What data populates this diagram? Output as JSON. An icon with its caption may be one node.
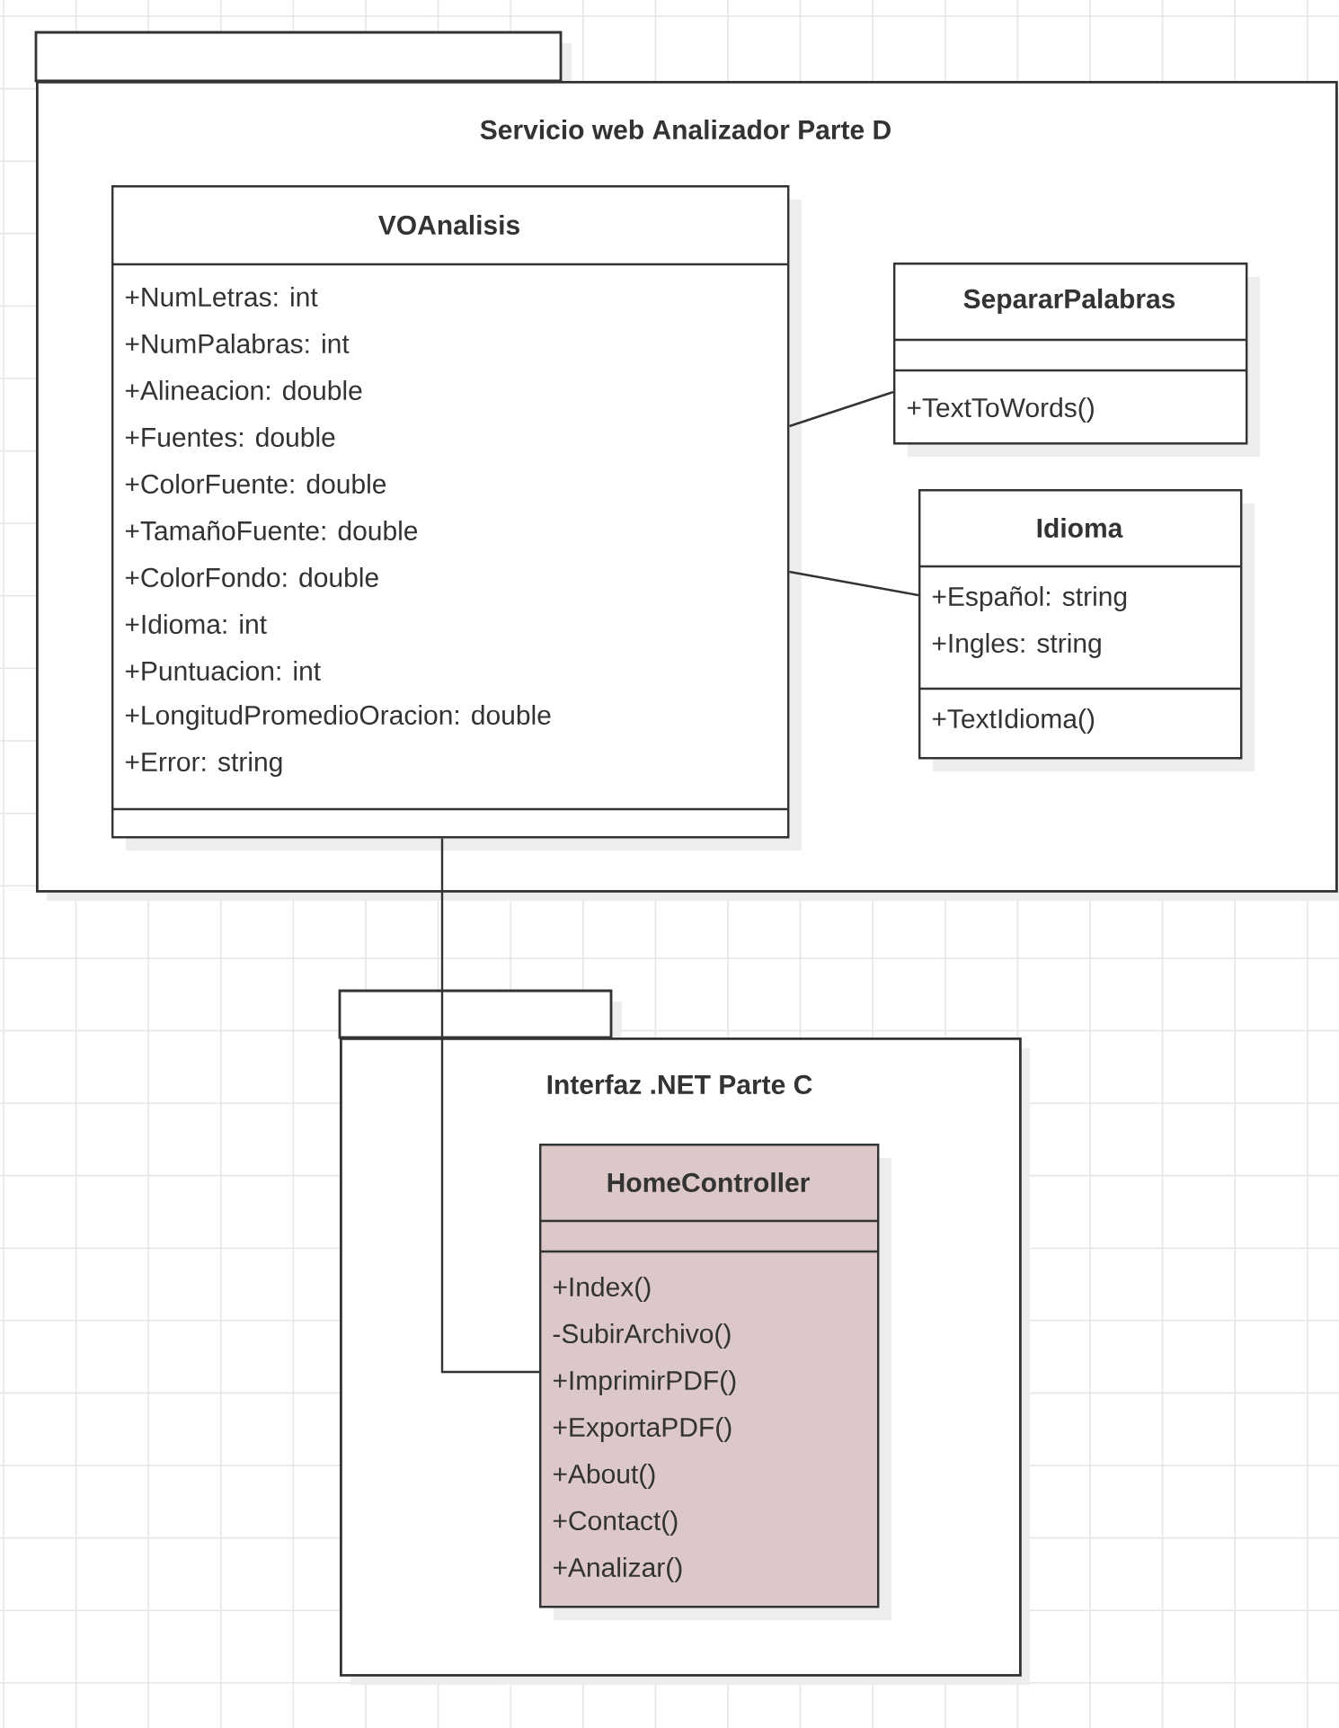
{
  "diagram": {
    "nodes": [
      {
        "text": [
          "Servicio web Analizador Parte D"
        ]
      },
      {
        "text": [
          "VOAnalisis",
          "+NumLetras: int",
          "+NumPalabras: int",
          "+Alineacion: double",
          "+Fuentes: double",
          "+ColorFuente: double",
          "+TamañoFuente: double",
          "+ColorFondo: double",
          "+Idioma: int",
          "+Puntuacion: int",
          "+LongitudPromedioOracion: double",
          "+Error: string"
        ],
        "in": 0
      },
      {
        "text": [
          "SepararPalabras",
          "+TextToWords()"
        ],
        "in": 0
      },
      {
        "text": [
          "Idioma",
          "+Español: string",
          "+Ingles: string",
          "+TextIdioma()"
        ],
        "in": 0
      },
      {
        "text": [
          "Interfaz .NET Parte C"
        ]
      },
      {
        "text": [
          "HomeController",
          "+Index()",
          "-SubirArchivo()",
          "+ImprimirPDF()",
          "+ExportaPDF()",
          "+About()",
          "+Contact()",
          "+Analizar()"
        ],
        "in": 4
      }
    ],
    "edges": [
      {
        "from": 1,
        "to": 2,
        "arrow": "none"
      },
      {
        "from": 1,
        "to": 3,
        "arrow": "none"
      },
      {
        "from": 1,
        "to": 5,
        "arrow": "none"
      }
    ]
  }
}
